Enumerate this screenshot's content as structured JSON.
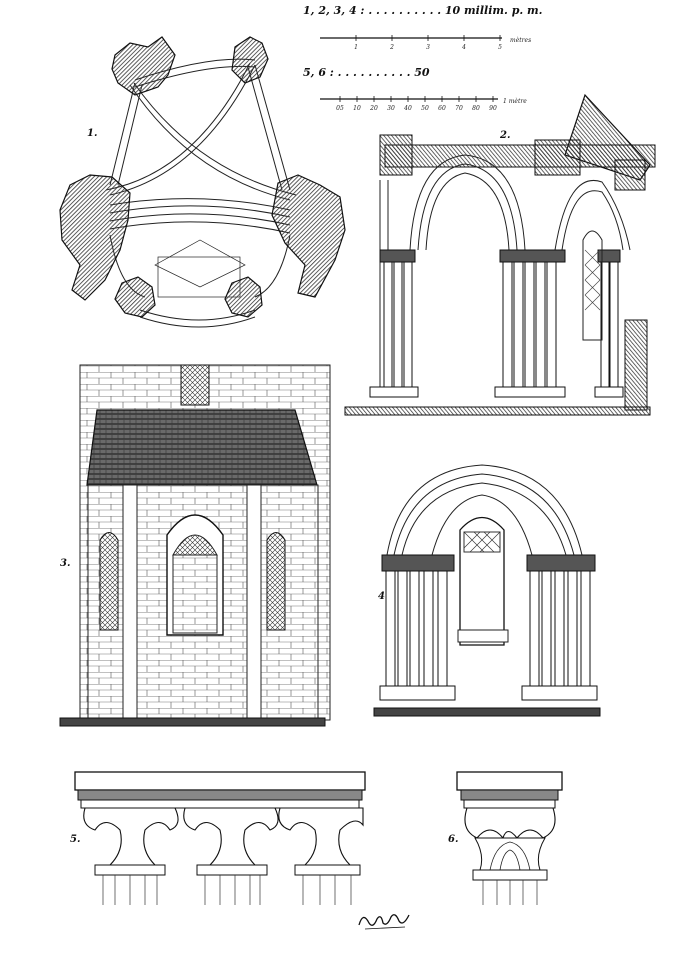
{
  "scale": {
    "line1_label": "1, 2, 3, 4 : . . . . . . . . . . 10 millim. p. m.",
    "line1_ticks": [
      "1",
      "2",
      "3",
      "4",
      "5"
    ],
    "line1_unit": "mètres",
    "line2_label": "5, 6 : . . . . . . . . . . 50",
    "line2_ticks": [
      "05",
      "10",
      "20",
      "30",
      "40",
      "50",
      "60",
      "70",
      "80",
      "90"
    ],
    "line2_unit": "1 mètre"
  },
  "figures": [
    {
      "number": "1.",
      "subject": "plan"
    },
    {
      "number": "2.",
      "subject": "section"
    },
    {
      "number": "3.",
      "subject": "exterior elevation"
    },
    {
      "number": "4.",
      "subject": "interior elevation"
    },
    {
      "number": "5.",
      "subject": "capitals"
    },
    {
      "number": "6.",
      "subject": "capital"
    }
  ],
  "signature": "Eug. Ch.",
  "colors": {
    "ink": "#1a1a1a",
    "hatch": "#3a3a3a",
    "paper": "#ffffff"
  }
}
